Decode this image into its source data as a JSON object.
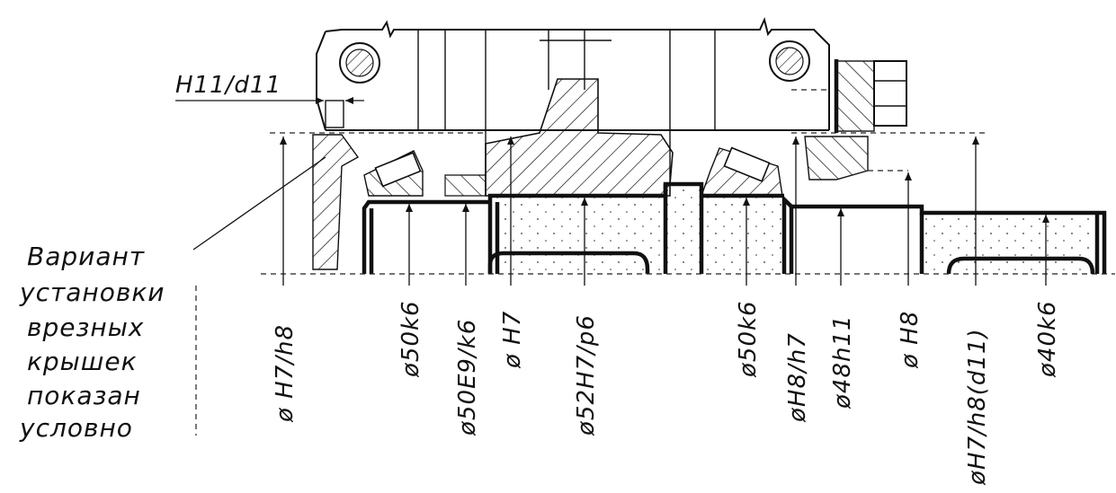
{
  "fit_top": "H11/d11",
  "note_lines": [
    "Вариант",
    "установки",
    "врезных",
    "крышек",
    "показан",
    "условно"
  ],
  "fits": [
    "ø H7/h8",
    "ø50k6",
    "ø50E9/k6",
    "ø H7",
    "ø52H7/p6",
    "ø50k6",
    "øH8/h7",
    "ø48h11",
    "ø H8",
    "øH7/h8(d11)",
    "ø40k6"
  ],
  "colors": {
    "ink": "#111111",
    "paper": "#ffffff"
  }
}
